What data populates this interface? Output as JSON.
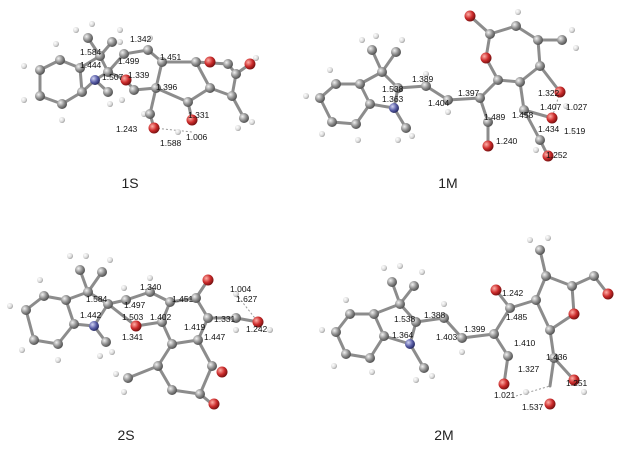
{
  "panels": [
    {
      "id": "1S",
      "label": "1S",
      "bond_lengths": [
        "1.342",
        "1.584",
        "1.499",
        "1.451",
        "1.444",
        "1.339",
        "1.507",
        "1.396",
        "1.331",
        "1.243",
        "1.588",
        "1.006"
      ]
    },
    {
      "id": "1M",
      "label": "1M",
      "bond_lengths": [
        "1.389",
        "1.538",
        "1.397",
        "1.363",
        "1.404",
        "1.322",
        "1.407",
        "1.027",
        "1.489",
        "1.458",
        "1.434",
        "1.519",
        "1.240",
        "1.252"
      ]
    },
    {
      "id": "2S",
      "label": "2S",
      "bond_lengths": [
        "1.340",
        "1.004",
        "1.584",
        "1.451",
        "1.627",
        "1.497",
        "1.442",
        "1.503",
        "1.402",
        "1.331",
        "1.242",
        "1.419",
        "1.341",
        "1.447"
      ]
    },
    {
      "id": "2M",
      "label": "2M",
      "bond_lengths": [
        "1.242",
        "1.538",
        "1.388",
        "1.485",
        "1.399",
        "1.364",
        "1.403",
        "1.410",
        "1.436",
        "1.327",
        "1.251",
        "1.021",
        "1.537"
      ]
    }
  ],
  "atom_colors": {
    "carbon": "#8e8e8e",
    "hydrogen": "#e6e6e6",
    "oxygen": "#cc2b2b",
    "nitrogen": "#5a5fa8"
  }
}
